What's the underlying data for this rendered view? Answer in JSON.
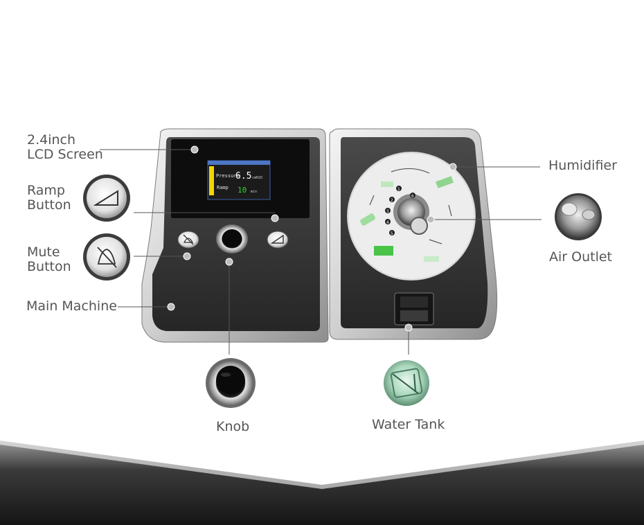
{
  "labels": {
    "lcd_line1": "2.4inch",
    "lcd_line2": "LCD Screen",
    "ramp_line1": "Ramp",
    "ramp_line2": "Button",
    "mute_line1": "Mute",
    "mute_line2": "Button",
    "main_machine": "Main Machine",
    "knob": "Knob",
    "water_tank": "Water Tank",
    "humidifier": "Humidifier",
    "air_outlet": "Air Outlet"
  },
  "lcd": {
    "pressure_label": "Pressure",
    "pressure_value": "6.5",
    "pressure_unit": "cmH2O",
    "ramp_label": "Ramp",
    "ramp_value": "10",
    "ramp_unit": "min"
  },
  "dial_numbers": [
    "1",
    "2",
    "3",
    "4",
    "5",
    "6"
  ]
}
